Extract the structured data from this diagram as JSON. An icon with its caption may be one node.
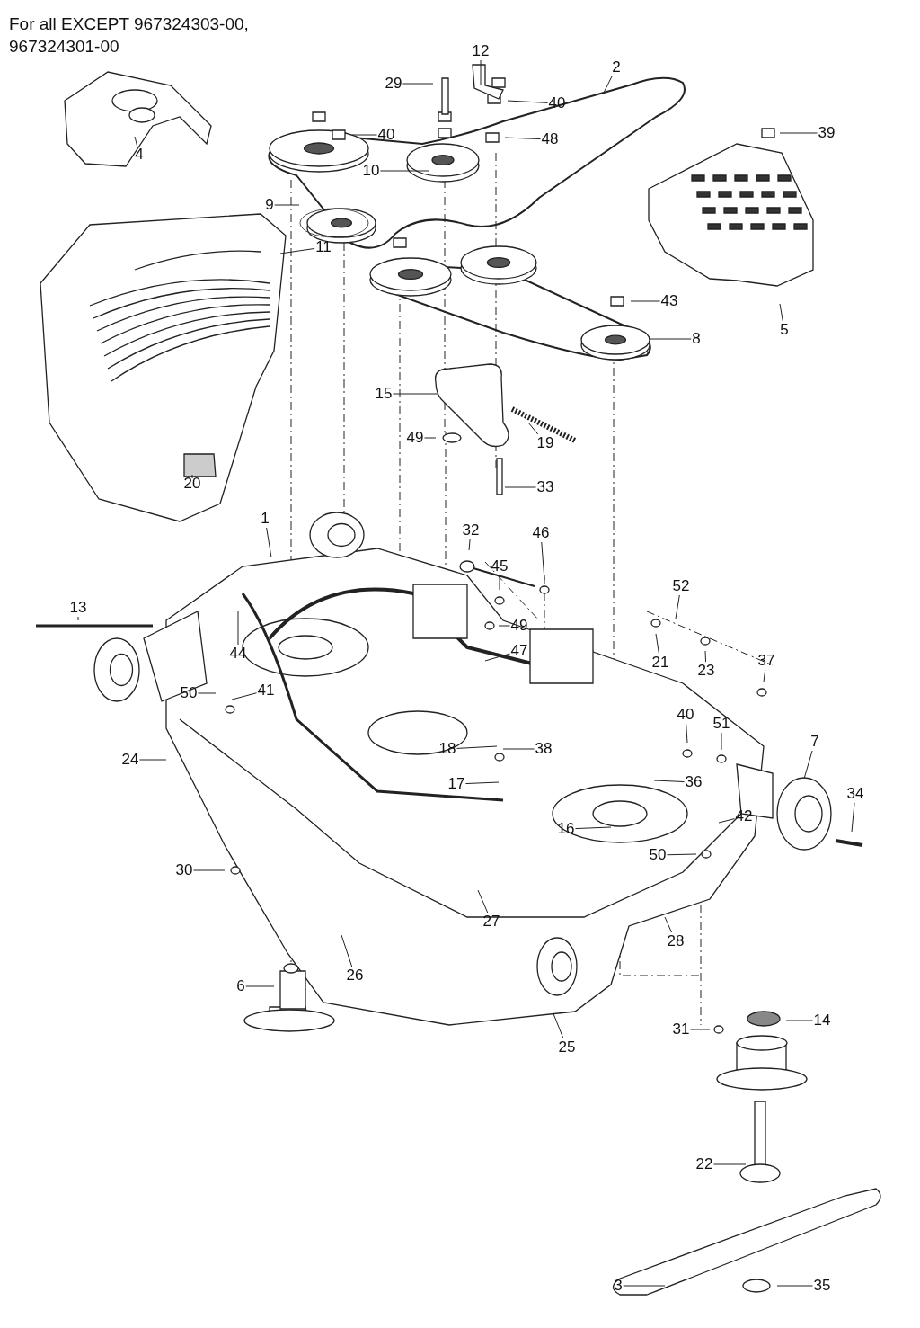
{
  "diagram": {
    "title": "For all EXCEPT 967324303-00, 967324301-00",
    "nodes": [
      {
        "text": [
          "12"
        ]
      },
      {
        "text": [
          "2"
        ]
      },
      {
        "text": [
          "29"
        ]
      },
      {
        "text": [
          "40"
        ]
      },
      {
        "text": [
          "40"
        ]
      },
      {
        "text": [
          "48"
        ]
      },
      {
        "text": [
          "39"
        ]
      },
      {
        "text": [
          "4"
        ]
      },
      {
        "text": [
          "10"
        ]
      },
      {
        "text": [
          "9"
        ]
      },
      {
        "text": [
          "11"
        ]
      },
      {
        "text": [
          "43"
        ]
      },
      {
        "text": [
          "5"
        ]
      },
      {
        "text": [
          "8"
        ]
      },
      {
        "text": [
          "15"
        ]
      },
      {
        "text": [
          "49"
        ]
      },
      {
        "text": [
          "19"
        ]
      },
      {
        "text": [
          "20"
        ]
      },
      {
        "text": [
          "33"
        ]
      },
      {
        "text": [
          "1"
        ]
      },
      {
        "text": [
          "32"
        ]
      },
      {
        "text": [
          "46"
        ]
      },
      {
        "text": [
          "45"
        ]
      },
      {
        "text": [
          "52"
        ]
      },
      {
        "text": [
          "13"
        ]
      },
      {
        "text": [
          "49"
        ]
      },
      {
        "text": [
          "47"
        ]
      },
      {
        "text": [
          "44"
        ]
      },
      {
        "text": [
          "37"
        ]
      },
      {
        "text": [
          "21"
        ]
      },
      {
        "text": [
          "23"
        ]
      },
      {
        "text": [
          "41"
        ]
      },
      {
        "text": [
          "50"
        ]
      },
      {
        "text": [
          "40"
        ]
      },
      {
        "text": [
          "51"
        ]
      },
      {
        "text": [
          "7"
        ]
      },
      {
        "text": [
          "18"
        ]
      },
      {
        "text": [
          "38"
        ]
      },
      {
        "text": [
          "24"
        ]
      },
      {
        "text": [
          "36"
        ]
      },
      {
        "text": [
          "17"
        ]
      },
      {
        "text": [
          "34"
        ]
      },
      {
        "text": [
          "42"
        ]
      },
      {
        "text": [
          "16"
        ]
      },
      {
        "text": [
          "50"
        ]
      },
      {
        "text": [
          "30"
        ]
      },
      {
        "text": [
          "27"
        ]
      },
      {
        "text": [
          "28"
        ]
      },
      {
        "text": [
          "26"
        ]
      },
      {
        "text": [
          "6"
        ]
      },
      {
        "text": [
          "14"
        ]
      },
      {
        "text": [
          "31"
        ]
      },
      {
        "text": [
          "25"
        ]
      },
      {
        "text": [
          "22"
        ]
      },
      {
        "text": [
          "3"
        ]
      },
      {
        "text": [
          "35"
        ]
      }
    ],
    "edges": [
      {
        "from": 0,
        "to": null,
        "arrow": "none"
      },
      {
        "from": 1,
        "to": null,
        "arrow": "none"
      },
      {
        "from": 2,
        "to": null,
        "arrow": "none"
      },
      {
        "from": 3,
        "to": null,
        "arrow": "none"
      },
      {
        "from": 4,
        "to": null,
        "arrow": "none"
      },
      {
        "from": 5,
        "to": null,
        "arrow": "none"
      },
      {
        "from": 6,
        "to": null,
        "arrow": "none"
      },
      {
        "from": 7,
        "to": null,
        "arrow": "none"
      },
      {
        "from": 8,
        "to": null,
        "arrow": "none"
      },
      {
        "from": 9,
        "to": null,
        "arrow": "none"
      },
      {
        "from": 10,
        "to": null,
        "arrow": "none"
      },
      {
        "from": 11,
        "to": null,
        "arrow": "none"
      },
      {
        "from": 12,
        "to": null,
        "arrow": "none"
      },
      {
        "from": 13,
        "to": null,
        "arrow": "none"
      },
      {
        "from": 14,
        "to": null,
        "arrow": "none"
      },
      {
        "from": 15,
        "to": null,
        "arrow": "none"
      },
      {
        "from": 16,
        "to": null,
        "arrow": "none"
      },
      {
        "from": 17,
        "to": null,
        "arrow": "none"
      },
      {
        "from": 18,
        "to": null,
        "arrow": "none"
      },
      {
        "from": 19,
        "to": null,
        "arrow": "none"
      },
      {
        "from": 20,
        "to": null,
        "arrow": "none"
      },
      {
        "from": 21,
        "to": null,
        "arrow": "none"
      },
      {
        "from": 22,
        "to": null,
        "arrow": "none"
      },
      {
        "from": 23,
        "to": null,
        "arrow": "none"
      },
      {
        "from": 24,
        "to": null,
        "arrow": "none"
      },
      {
        "from": 25,
        "to": null,
        "arrow": "none"
      },
      {
        "from": 26,
        "to": null,
        "arrow": "none"
      },
      {
        "from": 27,
        "to": null,
        "arrow": "none"
      },
      {
        "from": 28,
        "to": null,
        "arrow": "none"
      },
      {
        "from": 29,
        "to": null,
        "arrow": "none"
      },
      {
        "from": 30,
        "to": null,
        "arrow": "none"
      },
      {
        "from": 31,
        "to": null,
        "arrow": "none"
      },
      {
        "from": 32,
        "to": null,
        "arrow": "none"
      },
      {
        "from": 33,
        "to": null,
        "arrow": "none"
      },
      {
        "from": 34,
        "to": null,
        "arrow": "none"
      },
      {
        "from": 35,
        "to": null,
        "arrow": "none"
      },
      {
        "from": 36,
        "to": null,
        "arrow": "none"
      },
      {
        "from": 37,
        "to": null,
        "arrow": "none"
      },
      {
        "from": 38,
        "to": null,
        "arrow": "none"
      },
      {
        "from": 39,
        "to": null,
        "arrow": "none"
      },
      {
        "from": 40,
        "to": null,
        "arrow": "none"
      },
      {
        "from": 41,
        "to": null,
        "arrow": "none"
      },
      {
        "from": 42,
        "to": null,
        "arrow": "none"
      },
      {
        "from": 43,
        "to": null,
        "arrow": "none"
      },
      {
        "from": 44,
        "to": null,
        "arrow": "none"
      },
      {
        "from": 45,
        "to": null,
        "arrow": "none"
      },
      {
        "from": 46,
        "to": null,
        "arrow": "none"
      },
      {
        "from": 47,
        "to": null,
        "arrow": "none"
      },
      {
        "from": 48,
        "to": null,
        "arrow": "none"
      },
      {
        "from": 49,
        "to": null,
        "arrow": "none"
      },
      {
        "from": 50,
        "to": null,
        "arrow": "none"
      },
      {
        "from": 51,
        "to": null,
        "arrow": "none"
      },
      {
        "from": 52,
        "to": null,
        "arrow": "none"
      },
      {
        "from": 53,
        "to": null,
        "arrow": "none"
      },
      {
        "from": 54,
        "to": null,
        "arrow": "none"
      },
      {
        "from": 55,
        "to": null,
        "arrow": "none"
      }
    ]
  }
}
